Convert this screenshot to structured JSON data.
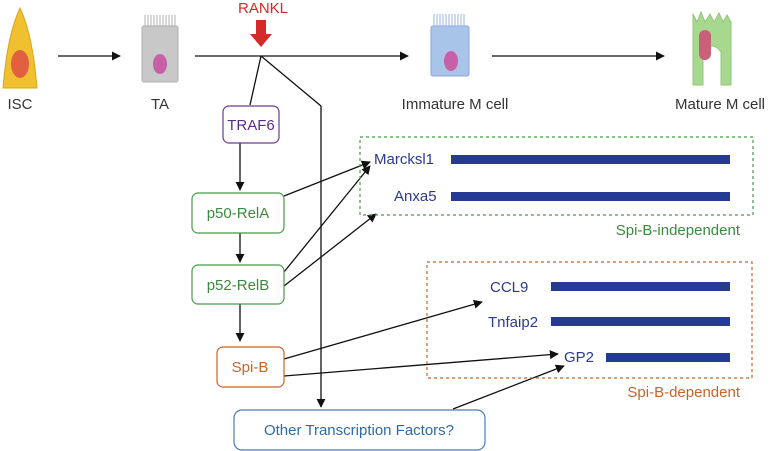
{
  "stages": {
    "isc": "ISC",
    "ta": "TA",
    "immature": "Immature M cell",
    "mature": "Mature M cell"
  },
  "signal": "RANKL",
  "nodes": {
    "traf6": "TRAF6",
    "p50_rela": "p50-RelA",
    "p52_relb": "p52-RelB",
    "spib": "Spi-B",
    "other": "Other Transcription Factors?"
  },
  "groups": {
    "independent": {
      "label": "Spi-B-independent",
      "genes": [
        "Marcksl1",
        "Anxa5"
      ]
    },
    "dependent": {
      "label": "Spi-B-dependent",
      "genes": [
        "CCL9",
        "Tnfaip2",
        "GP2"
      ]
    }
  },
  "colors": {
    "isc_cell": "#f0c030",
    "isc_nucleus": "#e06040",
    "ta_cell": "#c8c8c8",
    "nucleus_pink": "#c860a8",
    "immature_cell": "#a8c4e8",
    "mature_cell": "#a8d890",
    "mature_nucleus": "#c8607a",
    "rankl": "#d42a2a",
    "traf6": "#5a2d8c",
    "relfactors": "#3c8a3c",
    "spib": "#c8642a",
    "other_tf": "#2e6aa8",
    "gene_bar": "#253a92"
  }
}
